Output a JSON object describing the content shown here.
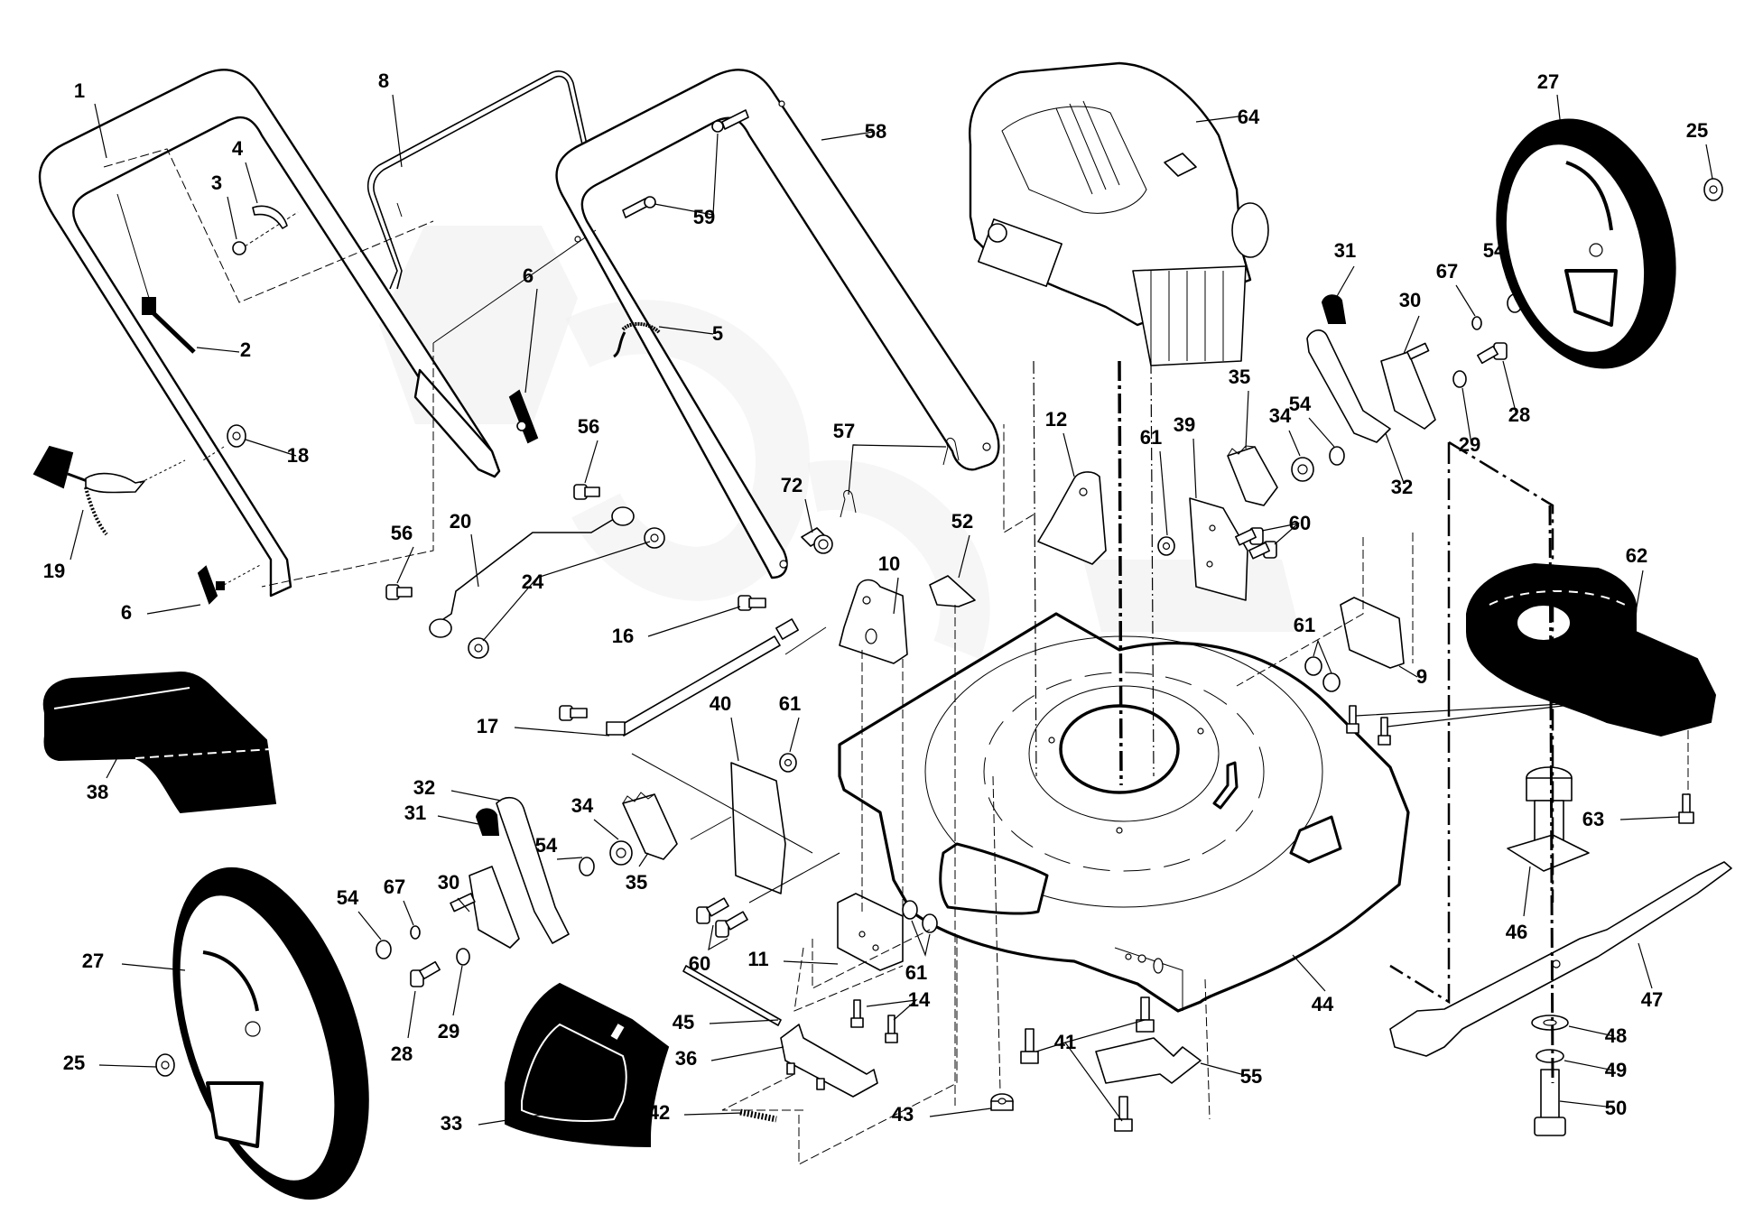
{
  "diagram": {
    "title": "Lawn mower exploded parts diagram",
    "background": "#ffffff",
    "ink": "#000000",
    "watermark_color": "#ececec",
    "callouts": [
      {
        "id": "c1",
        "label": "1",
        "part": "lower-handle"
      },
      {
        "id": "c2",
        "label": "2",
        "part": "cable-tie"
      },
      {
        "id": "c3",
        "label": "3",
        "part": "screw"
      },
      {
        "id": "c4",
        "label": "4",
        "part": "cable-guide"
      },
      {
        "id": "c5",
        "label": "5",
        "part": "cable-tie-handle"
      },
      {
        "id": "c6a",
        "label": "6",
        "part": "handle-knob-upper"
      },
      {
        "id": "c6b",
        "label": "6",
        "part": "handle-knob-lower"
      },
      {
        "id": "c8",
        "label": "8",
        "part": "control-bail"
      },
      {
        "id": "c9",
        "label": "9",
        "part": "bracket-right"
      },
      {
        "id": "c10",
        "label": "10",
        "part": "hinge-bracket-left"
      },
      {
        "id": "c11",
        "label": "11",
        "part": "bracket-left-lower"
      },
      {
        "id": "c12",
        "label": "12",
        "part": "hinge-bracket-right"
      },
      {
        "id": "c14a",
        "label": "14",
        "part": "bolt-left"
      },
      {
        "id": "c14b",
        "label": "14",
        "part": "bolt-right"
      },
      {
        "id": "c16",
        "label": "16",
        "part": "shoulder-bolt"
      },
      {
        "id": "c17",
        "label": "17",
        "part": "rear-axle"
      },
      {
        "id": "c18",
        "label": "18",
        "part": "nut"
      },
      {
        "id": "c19",
        "label": "19",
        "part": "rope-guide-knob"
      },
      {
        "id": "c20",
        "label": "20",
        "part": "height-link"
      },
      {
        "id": "c24",
        "label": "24",
        "part": "lock-nut"
      },
      {
        "id": "c25a",
        "label": "25",
        "part": "hub-cap-right"
      },
      {
        "id": "c25b",
        "label": "25",
        "part": "hub-cap-left"
      },
      {
        "id": "c27a",
        "label": "27",
        "part": "wheel-right"
      },
      {
        "id": "c27b",
        "label": "27",
        "part": "wheel-left"
      },
      {
        "id": "c28a",
        "label": "28",
        "part": "wheel-bolt-right"
      },
      {
        "id": "c28b",
        "label": "28",
        "part": "wheel-bolt-left"
      },
      {
        "id": "c29a",
        "label": "29",
        "part": "washer-right"
      },
      {
        "id": "c29b",
        "label": "29",
        "part": "washer-left"
      },
      {
        "id": "c30a",
        "label": "30",
        "part": "axle-plate-right"
      },
      {
        "id": "c30b",
        "label": "30",
        "part": "axle-plate-left"
      },
      {
        "id": "c31a",
        "label": "31",
        "part": "knob-right"
      },
      {
        "id": "c31b",
        "label": "31",
        "part": "knob-left"
      },
      {
        "id": "c32a",
        "label": "32",
        "part": "height-lever-right"
      },
      {
        "id": "c32b",
        "label": "32",
        "part": "height-lever-left"
      },
      {
        "id": "c33",
        "label": "33",
        "part": "wheel-cover"
      },
      {
        "id": "c34a",
        "label": "34",
        "part": "spacer-right"
      },
      {
        "id": "c34b",
        "label": "34",
        "part": "spacer-left"
      },
      {
        "id": "c35a",
        "label": "35",
        "part": "adjuster-plate-right"
      },
      {
        "id": "c35b",
        "label": "35",
        "part": "adjuster-plate-left"
      },
      {
        "id": "c36",
        "label": "36",
        "part": "rear-door-bracket"
      },
      {
        "id": "c38",
        "label": "38",
        "part": "rear-flap"
      },
      {
        "id": "c39",
        "label": "39",
        "part": "height-bracket-right"
      },
      {
        "id": "c40",
        "label": "40",
        "part": "height-bracket-left"
      },
      {
        "id": "c41",
        "label": "41",
        "part": "deck-bolts"
      },
      {
        "id": "c42",
        "label": "42",
        "part": "spring"
      },
      {
        "id": "c43",
        "label": "43",
        "part": "hex-nut"
      },
      {
        "id": "c44",
        "label": "44",
        "part": "mower-deck"
      },
      {
        "id": "c45",
        "label": "45",
        "part": "hinge-rod"
      },
      {
        "id": "c46",
        "label": "46",
        "part": "blade-adapter"
      },
      {
        "id": "c47",
        "label": "47",
        "part": "blade"
      },
      {
        "id": "c48",
        "label": "48",
        "part": "blade-washer"
      },
      {
        "id": "c49",
        "label": "49",
        "part": "lock-washer"
      },
      {
        "id": "c50",
        "label": "50",
        "part": "blade-bolt"
      },
      {
        "id": "c52",
        "label": "52",
        "part": "deck-plug"
      },
      {
        "id": "c54a",
        "label": "54",
        "part": "washer-right-outer"
      },
      {
        "id": "c54b",
        "label": "54",
        "part": "washer-right-inner"
      },
      {
        "id": "c54c",
        "label": "54",
        "part": "washer-left-outer"
      },
      {
        "id": "c54d",
        "label": "54",
        "part": "washer-left-inner"
      },
      {
        "id": "c55",
        "label": "55",
        "part": "deck-bracket"
      },
      {
        "id": "c56a",
        "label": "56",
        "part": "bolt-link-upper"
      },
      {
        "id": "c56b",
        "label": "56",
        "part": "bolt-link-lower"
      },
      {
        "id": "c57",
        "label": "57",
        "part": "hair-pin"
      },
      {
        "id": "c58",
        "label": "58",
        "part": "upper-handle"
      },
      {
        "id": "c59",
        "label": "59",
        "part": "carriage-bolts"
      },
      {
        "id": "c60a",
        "label": "60",
        "part": "bolts-right"
      },
      {
        "id": "c60b",
        "label": "60",
        "part": "bolts-left"
      },
      {
        "id": "c61a",
        "label": "61",
        "part": "nut-right-bracket"
      },
      {
        "id": "c61b",
        "label": "61",
        "part": "nut-left-bracket"
      },
      {
        "id": "c61c",
        "label": "61",
        "part": "nuts-right-lower"
      },
      {
        "id": "c61d",
        "label": "61",
        "part": "nuts-left-lower"
      },
      {
        "id": "c62",
        "label": "62",
        "part": "baffle"
      },
      {
        "id": "c63",
        "label": "63",
        "part": "baffle-screw"
      },
      {
        "id": "c64",
        "label": "64",
        "part": "engine"
      },
      {
        "id": "c67a",
        "label": "67",
        "part": "o-ring-right"
      },
      {
        "id": "c67b",
        "label": "67",
        "part": "o-ring-left"
      },
      {
        "id": "c72",
        "label": "72",
        "part": "cable-clip"
      }
    ]
  }
}
